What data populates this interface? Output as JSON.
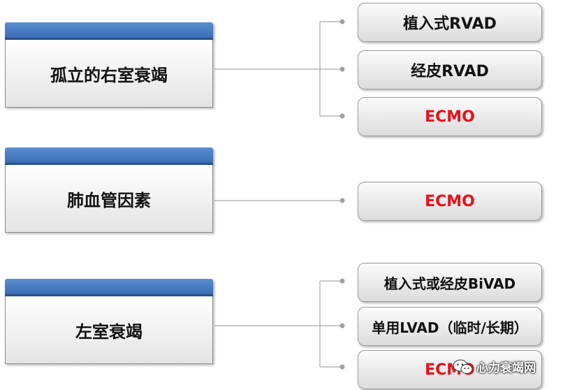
{
  "groups": [
    {
      "category": "孤立的右室衰竭",
      "options": [
        {
          "label": "植入式RVAD",
          "color": "#111111"
        },
        {
          "label": "经皮RVAD",
          "color": "#111111"
        },
        {
          "label": "ECMO",
          "color": "#e8101a"
        }
      ]
    },
    {
      "category": "肺血管因素",
      "options": [
        {
          "label": "ECMO",
          "color": "#e8101a"
        }
      ]
    },
    {
      "category": "左室衰竭",
      "options": [
        {
          "label": "植入式或经皮BiVAD",
          "color": "#111111"
        },
        {
          "label": "单用LVAD（临时/长期）",
          "color": "#111111"
        },
        {
          "label": "ECMO",
          "color": "#e8101a"
        }
      ]
    }
  ],
  "watermark": "心力衰竭网",
  "colors": {
    "header_blue": "#3b6db4",
    "accent_red": "#e8101a",
    "connector": "#a0a0a0"
  }
}
